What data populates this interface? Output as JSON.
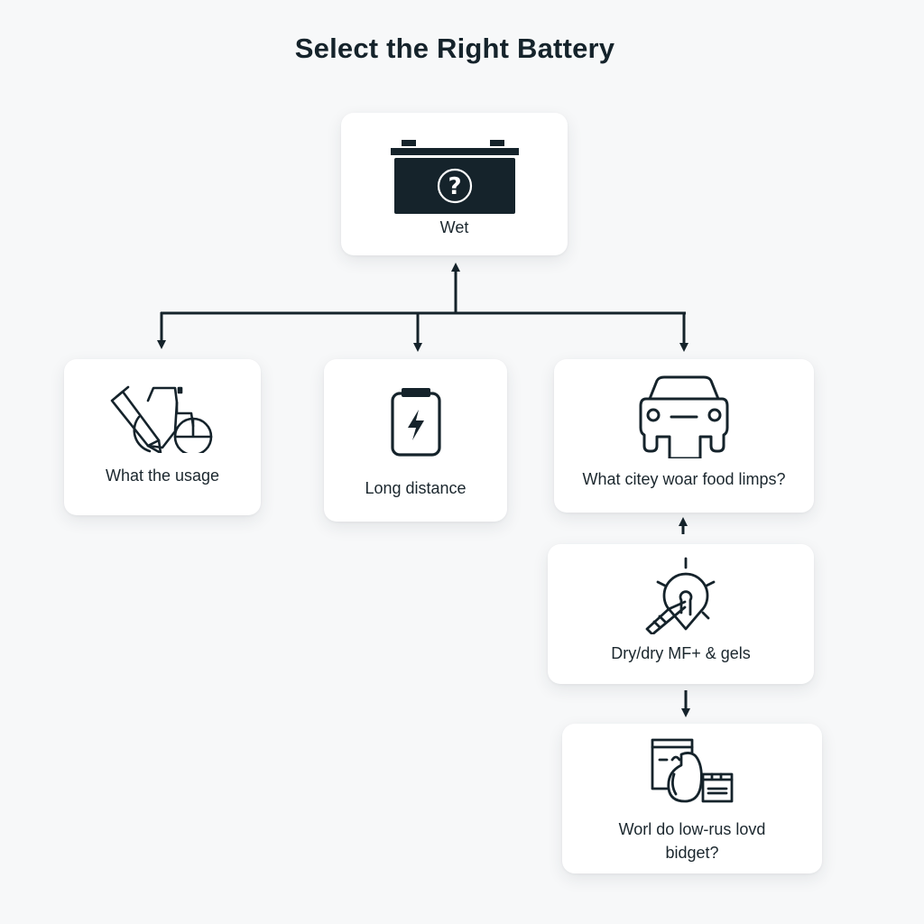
{
  "title": "Select the Right Battery",
  "colors": {
    "background": "#f7f8f9",
    "card": "#ffffff",
    "ink": "#15232b"
  },
  "nodes": {
    "root": {
      "label": "Wet",
      "icon": "battery-question-icon"
    },
    "usage": {
      "label": "What the usage",
      "icon": "pencil-bicycle-icon"
    },
    "long_distance": {
      "label": "Long distance",
      "icon": "battery-charge-icon"
    },
    "city": {
      "label": "What citey woar food limps?",
      "icon": "car-icon"
    },
    "dry": {
      "label": "Dry/dry MF+ & gels",
      "icon": "idea-pin-icon"
    },
    "budget": {
      "label": "Worl do low-rus lovd bidget?",
      "icon": "budget-documents-icon"
    }
  },
  "edges": [
    {
      "from": "usage",
      "to": "root",
      "direction": "up"
    },
    {
      "from": "root",
      "to": "usage",
      "direction": "down"
    },
    {
      "from": "root",
      "to": "long_distance",
      "direction": "down"
    },
    {
      "from": "root",
      "to": "city",
      "direction": "down"
    },
    {
      "from": "dry",
      "to": "city",
      "direction": "up"
    },
    {
      "from": "dry",
      "to": "budget",
      "direction": "down"
    }
  ]
}
